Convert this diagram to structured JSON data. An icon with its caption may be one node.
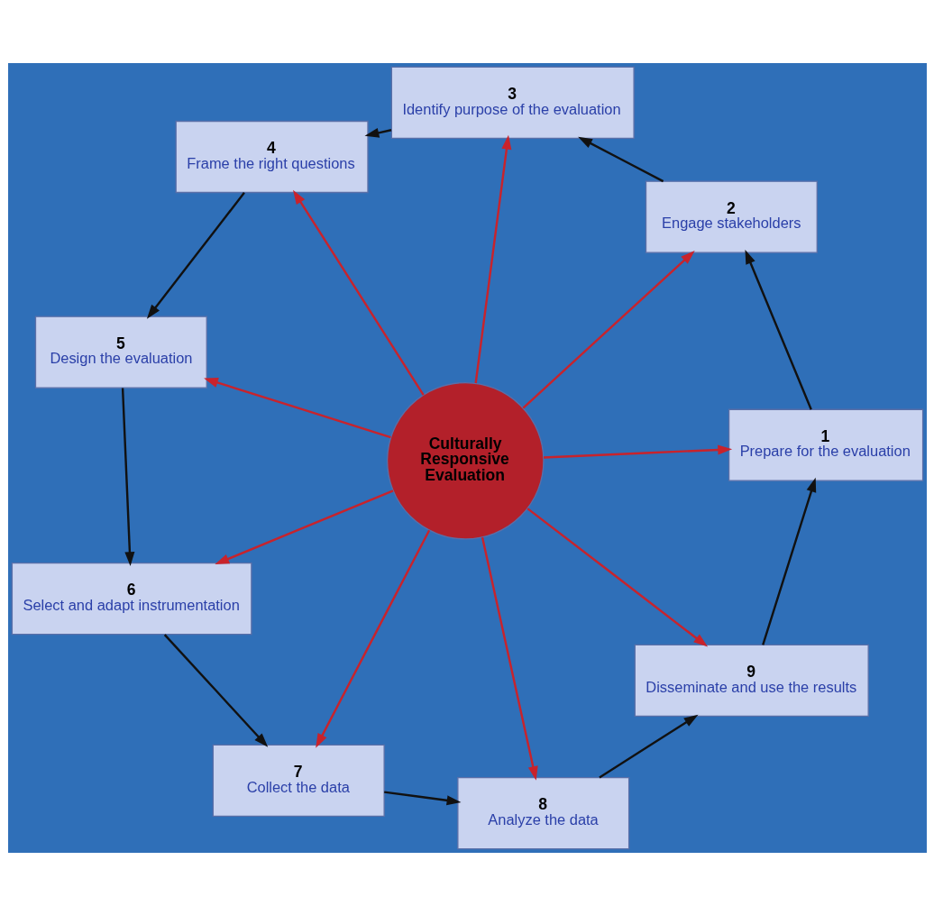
{
  "diagram": {
    "nodes": [
      {
        "text": [
          "Culturally Responsive Evaluation"
        ]
      },
      {
        "text": [
          "1",
          "Prepare for the evaluation"
        ]
      },
      {
        "text": [
          "2",
          "Engage stakeholders"
        ]
      },
      {
        "text": [
          "3",
          "Identify purpose of the evaluation"
        ]
      },
      {
        "text": [
          "4",
          "Frame the right questions"
        ]
      },
      {
        "text": [
          "5",
          "Design the evaluation"
        ]
      },
      {
        "text": [
          "6",
          "Select and adapt instrumentation"
        ]
      },
      {
        "text": [
          "7",
          "Collect the data"
        ]
      },
      {
        "text": [
          "8",
          "Analyze the data"
        ]
      },
      {
        "text": [
          "9",
          "Disseminate and use the results"
        ]
      }
    ],
    "edges": [
      {
        "from": 1,
        "to": 2,
        "arrow": "to",
        "color": "#111111"
      },
      {
        "from": 2,
        "to": 3,
        "arrow": "to",
        "color": "#111111"
      },
      {
        "from": 3,
        "to": 4,
        "arrow": "to",
        "color": "#111111"
      },
      {
        "from": 4,
        "to": 5,
        "arrow": "to",
        "color": "#111111"
      },
      {
        "from": 5,
        "to": 6,
        "arrow": "to",
        "color": "#111111"
      },
      {
        "from": 6,
        "to": 7,
        "arrow": "to",
        "color": "#111111"
      },
      {
        "from": 7,
        "to": 8,
        "arrow": "to",
        "color": "#111111"
      },
      {
        "from": 8,
        "to": 9,
        "arrow": "to",
        "color": "#111111"
      },
      {
        "from": 9,
        "to": 1,
        "arrow": "to",
        "color": "#111111"
      },
      {
        "from": 0,
        "to": 1,
        "arrow": "to",
        "color": "#c8232c"
      },
      {
        "from": 0,
        "to": 2,
        "arrow": "to",
        "color": "#c8232c"
      },
      {
        "from": 0,
        "to": 3,
        "arrow": "to",
        "color": "#c8232c"
      },
      {
        "from": 0,
        "to": 4,
        "arrow": "to",
        "color": "#c8232c"
      },
      {
        "from": 0,
        "to": 5,
        "arrow": "to",
        "color": "#c8232c"
      },
      {
        "from": 0,
        "to": 6,
        "arrow": "to",
        "color": "#c8232c"
      },
      {
        "from": 0,
        "to": 7,
        "arrow": "to",
        "color": "#c8232c"
      },
      {
        "from": 0,
        "to": 8,
        "arrow": "to",
        "color": "#c8232c"
      },
      {
        "from": 0,
        "to": 9,
        "arrow": "to",
        "color": "#c8232c"
      }
    ]
  }
}
